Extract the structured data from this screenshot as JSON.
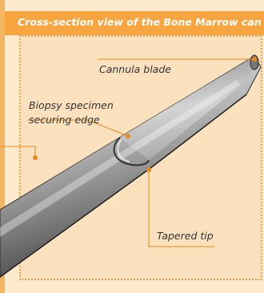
{
  "header": {
    "title": "Cross-section view of the Bone Marrow cannula"
  },
  "labels": {
    "cannula_blade": "Cannula blade",
    "biopsy_line1": "Biopsy specimen",
    "biopsy_line2": "securing edge",
    "tapered_tip": "Tapered tip"
  },
  "colors": {
    "accent": "#f7a541",
    "panel_bg": "#fbe1bd",
    "leader": "#e8891c"
  }
}
